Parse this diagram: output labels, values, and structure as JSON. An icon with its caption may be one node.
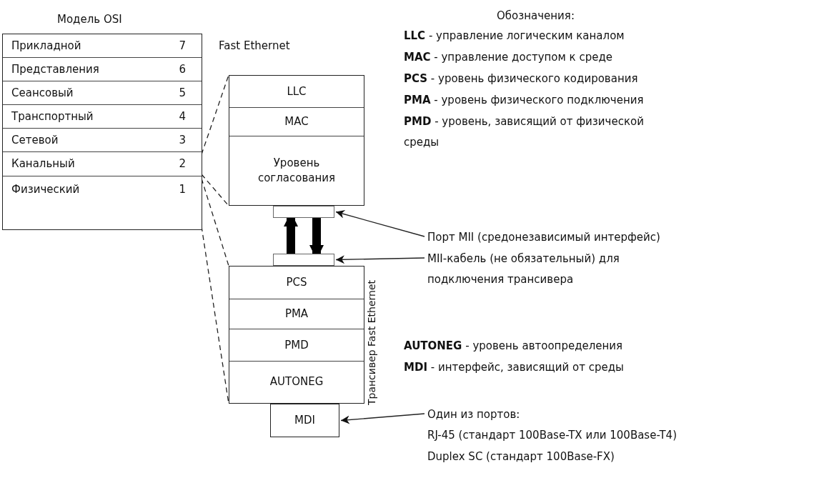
{
  "diagram": {
    "nodes": [
      {
        "text": [
          "Модель OSI"
        ]
      },
      {
        "text": [
          "Прикладной",
          "7"
        ],
        "in": 0
      },
      {
        "text": [
          "Представления",
          "6"
        ],
        "in": 0
      },
      {
        "text": [
          "Сеансовый",
          "5"
        ],
        "in": 0
      },
      {
        "text": [
          "Транспортный",
          "4"
        ],
        "in": 0
      },
      {
        "text": [
          "Сетевой",
          "3"
        ],
        "in": 0
      },
      {
        "text": [
          "Канальный",
          "2"
        ],
        "in": 0
      },
      {
        "text": [
          "Физический",
          "1"
        ],
        "in": 0
      },
      {
        "text": [
          "Fast Ethernet"
        ]
      },
      {
        "text": [
          "LLC"
        ],
        "in": 8
      },
      {
        "text": [
          "MAC"
        ],
        "in": 8
      },
      {
        "text": [
          "Уровень согласования"
        ],
        "in": 8
      },
      {
        "text": [],
        "shape": "box"
      },
      {
        "text": [],
        "shape": "box"
      },
      {
        "text": [
          "Трансивер Fast Ethernet"
        ]
      },
      {
        "text": [
          "PCS"
        ],
        "in": 14
      },
      {
        "text": [
          "PMA"
        ],
        "in": 14
      },
      {
        "text": [
          "PMD"
        ],
        "in": 14
      },
      {
        "text": [
          "AUTONEG"
        ],
        "in": 14
      },
      {
        "text": [
          "MDI"
        ]
      },
      {
        "text": [
          "Порт MII (средонезависимый интерфейс)"
        ]
      },
      {
        "text": [
          "MII-кабель (не обязательный) для подключения трансивера"
        ]
      },
      {
        "text": [
          "Один из портов:",
          "RJ-45 (стандарт 100Base-TX или 100Base-T4)",
          "Duplex SC (стандарт 100Base-FX)"
        ]
      }
    ],
    "edges": [
      {
        "from": 6,
        "to": 8,
        "arrow": "none",
        "style": "dashed"
      },
      {
        "from": 7,
        "to": 14,
        "arrow": "none",
        "style": "dashed"
      },
      {
        "from": 13,
        "to": 12,
        "arrow": "to",
        "style": "thick"
      },
      {
        "from": 12,
        "to": 13,
        "arrow": "to",
        "style": "thick"
      },
      {
        "from": 20,
        "to": 12,
        "arrow": "to"
      },
      {
        "from": 21,
        "to": 13,
        "arrow": "to"
      },
      {
        "from": 22,
        "to": 19,
        "arrow": "to"
      }
    ],
    "labels": [
      "Обозначения:",
      "**LLC** - управление логическим каналом",
      "**MAC** - управление доступом к среде",
      "**PCS** - уровень физического кодирования",
      "**PMA** - уровень физического подключения",
      "**PMD** - уровень, зависящий от физической среды",
      "**AUTONEG** - уровень автоопределения",
      "**MDI** - интерфейс, зависящий от среды"
    ]
  }
}
